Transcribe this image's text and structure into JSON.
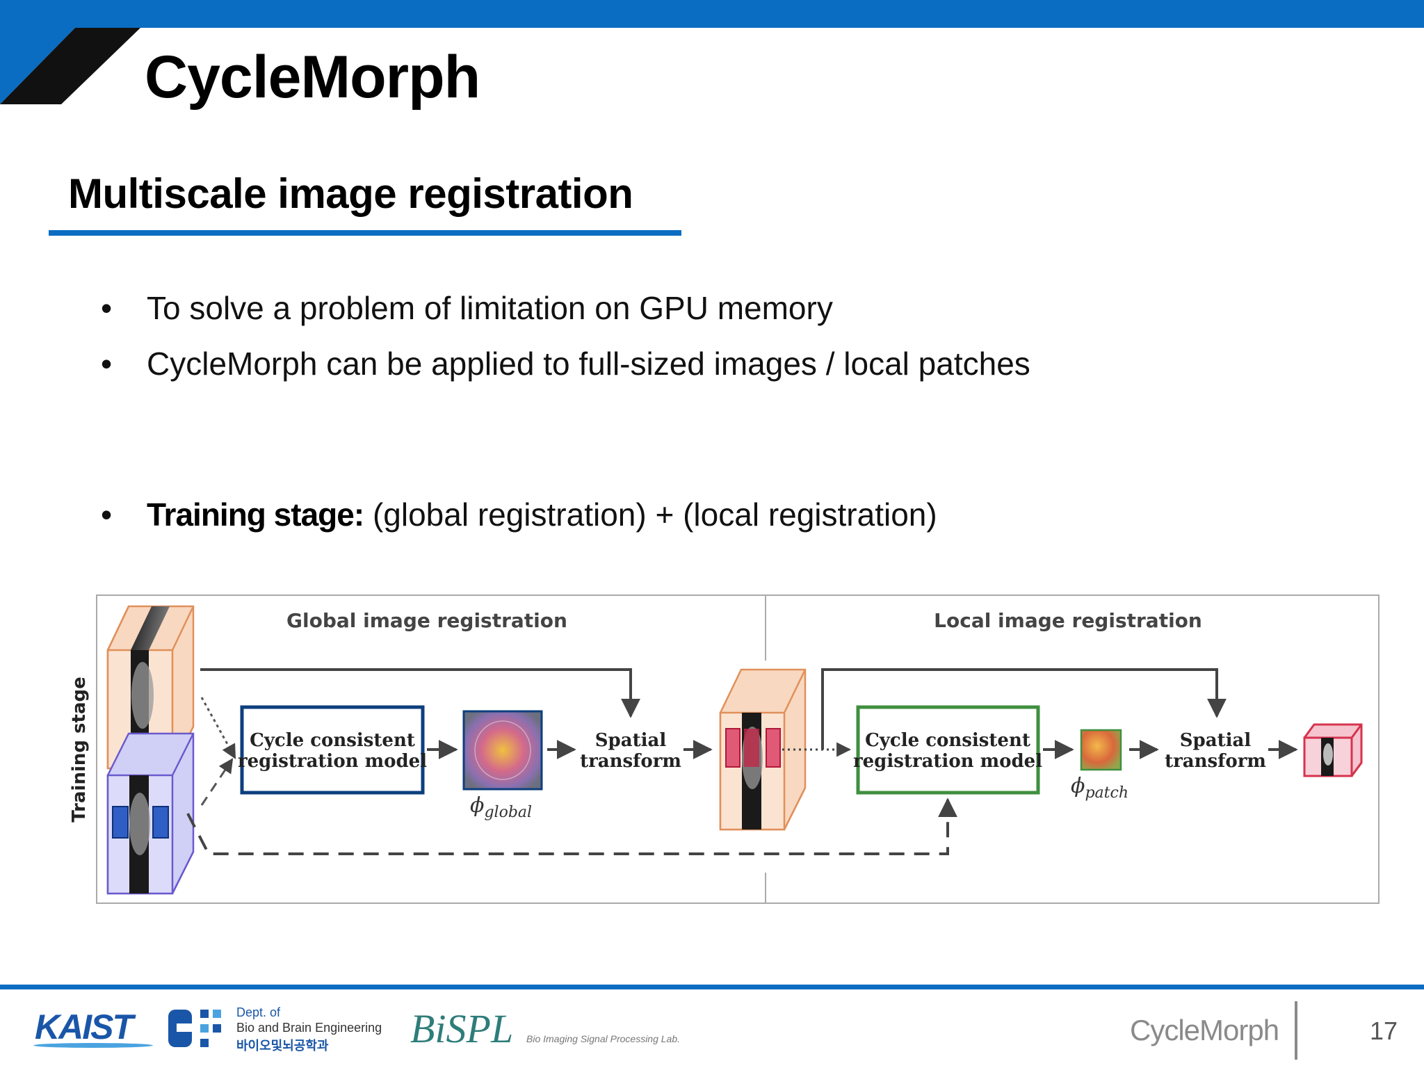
{
  "header": {
    "title": "CycleMorph"
  },
  "section": {
    "heading": "Multiscale image registration"
  },
  "bullets": [
    {
      "text": "To solve a problem of limitation on GPU memory"
    },
    {
      "text": "CycleMorph can be applied to full-sized images / local patches"
    },
    {
      "label": "Training stage:",
      "text": " (global registration) + (local registration)"
    }
  ],
  "bullet_symbol": "•",
  "diagram": {
    "vertical_label": "Training stage",
    "global_heading": "Global image registration",
    "local_heading": "Local image registration",
    "global_model": [
      "Cycle consistent",
      "registration model"
    ],
    "local_model": [
      "Cycle consistent",
      "registration model"
    ],
    "global_transform": [
      "Spatial",
      "transform"
    ],
    "local_transform": [
      "Spatial",
      "transform"
    ],
    "phi_global": {
      "symbol": "ϕ",
      "subscript": "global"
    },
    "phi_patch": {
      "symbol": "ϕ",
      "subscript": "patch"
    },
    "colors": {
      "global_box": "#0d3f7e",
      "local_box": "#3f8f3f",
      "fixed_volume": "#f0a070",
      "moving_volume": "#6a5acd",
      "patch": "#d6334d"
    }
  },
  "footer": {
    "kaist": "KAIST",
    "dept_line1": "Dept. of",
    "dept_line2": "Bio and Brain Engineering",
    "dept_line3": "바이오및뇌공학과",
    "bispl": "BiSPL",
    "bispl_sub": "Bio Imaging Signal Processing Lab.",
    "title": "CycleMorph",
    "page": "17"
  },
  "theme": {
    "accent": "#0a6dc2"
  }
}
